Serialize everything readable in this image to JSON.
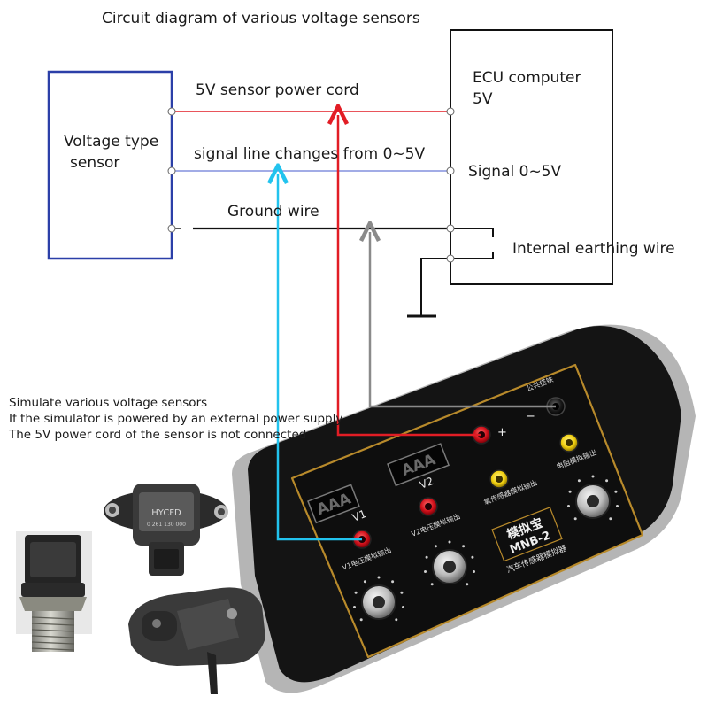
{
  "title": "Circuit diagram of various voltage sensors",
  "sensor_box": {
    "line1": "Voltage type",
    "line2": "sensor"
  },
  "ecu_box": {
    "line1": "ECU computer",
    "line2": "5V",
    "signal": "Signal 0~5V"
  },
  "wires": {
    "power": "5V sensor power cord",
    "signal": "signal line changes from 0~5V",
    "ground": "Ground wire",
    "internal_earth": "Internal earthing wire"
  },
  "notes": [
    "Simulate various voltage sensors",
    "If the simulator is powered by an external power supply",
    "The 5V power cord of the sensor is not connected"
  ],
  "device": {
    "brand": "模拟宝",
    "model": "MNB-2",
    "subtitle": "汽车传感器模拟器",
    "v1_label": "V1",
    "v2_label": "V2",
    "display_text": "AAA",
    "v1_output": "V1电压模拟输出",
    "v2_output": "V2电压模拟输出",
    "sensor_output": "氧传感器模拟输出",
    "resistance_output": "电阻模拟输出",
    "common_ground": "公共搭铁",
    "plus": "+",
    "minus": "−",
    "sensor_label": "HYCFD",
    "sensor_code": "0 261 130 000"
  },
  "colors": {
    "sensor_box": "#2b3fa8",
    "power_wire": "#e21d25",
    "signal_wire": "#6b7bd8",
    "signal_probe": "#22c3ee",
    "ground_probe": "#8a8a8a",
    "ground_wire": "#111111",
    "device_body": "#141414",
    "device_border": "#b88a2b"
  }
}
